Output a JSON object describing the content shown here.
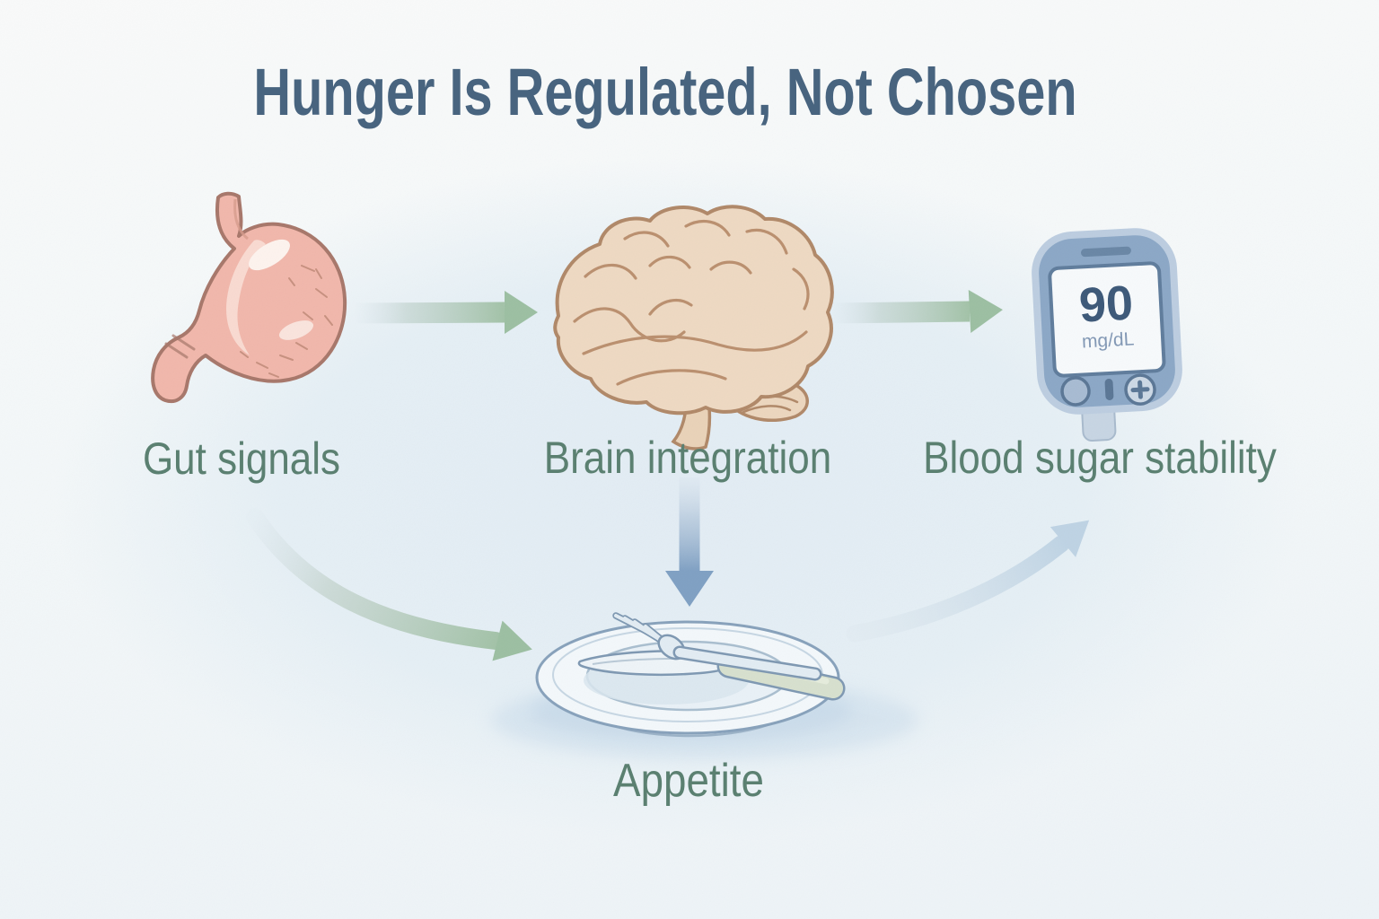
{
  "title": "Hunger Is Regulated, Not Chosen",
  "nodes": {
    "gut": {
      "label": "Gut signals",
      "icon": "stomach-icon"
    },
    "brain": {
      "label": "Brain integration",
      "icon": "brain-icon"
    },
    "blood_sugar": {
      "label": "Blood sugar stability",
      "icon": "glucose-meter-icon"
    },
    "appetite": {
      "label": "Appetite",
      "icon": "plate-cutlery-icon"
    }
  },
  "glucose_meter": {
    "reading": "90",
    "unit": "mg/dL"
  },
  "flow": {
    "arrows": [
      {
        "from": "gut",
        "to": "brain",
        "style": "green-fade-straight"
      },
      {
        "from": "brain",
        "to": "blood_sugar",
        "style": "green-fade-straight"
      },
      {
        "from": "brain",
        "to": "appetite",
        "style": "blue-fade-down"
      },
      {
        "from": "gut",
        "to": "appetite",
        "style": "green-fade-curved"
      },
      {
        "from": "appetite",
        "to": "blood_sugar",
        "style": "light-blue-curved"
      }
    ]
  },
  "colors": {
    "title": "#48647f",
    "label": "#5b8071",
    "arrow_green": "#a2c2a7",
    "arrow_blue": "#7fa0c3",
    "arrow_light_blue": "#bed3e4",
    "meter_reading": "#3c5878",
    "meter_unit": "#8298b5",
    "stomach_fill": "#f1b7ab",
    "brain_fill": "#eed9c2",
    "background_blob": "#e4edf4"
  }
}
